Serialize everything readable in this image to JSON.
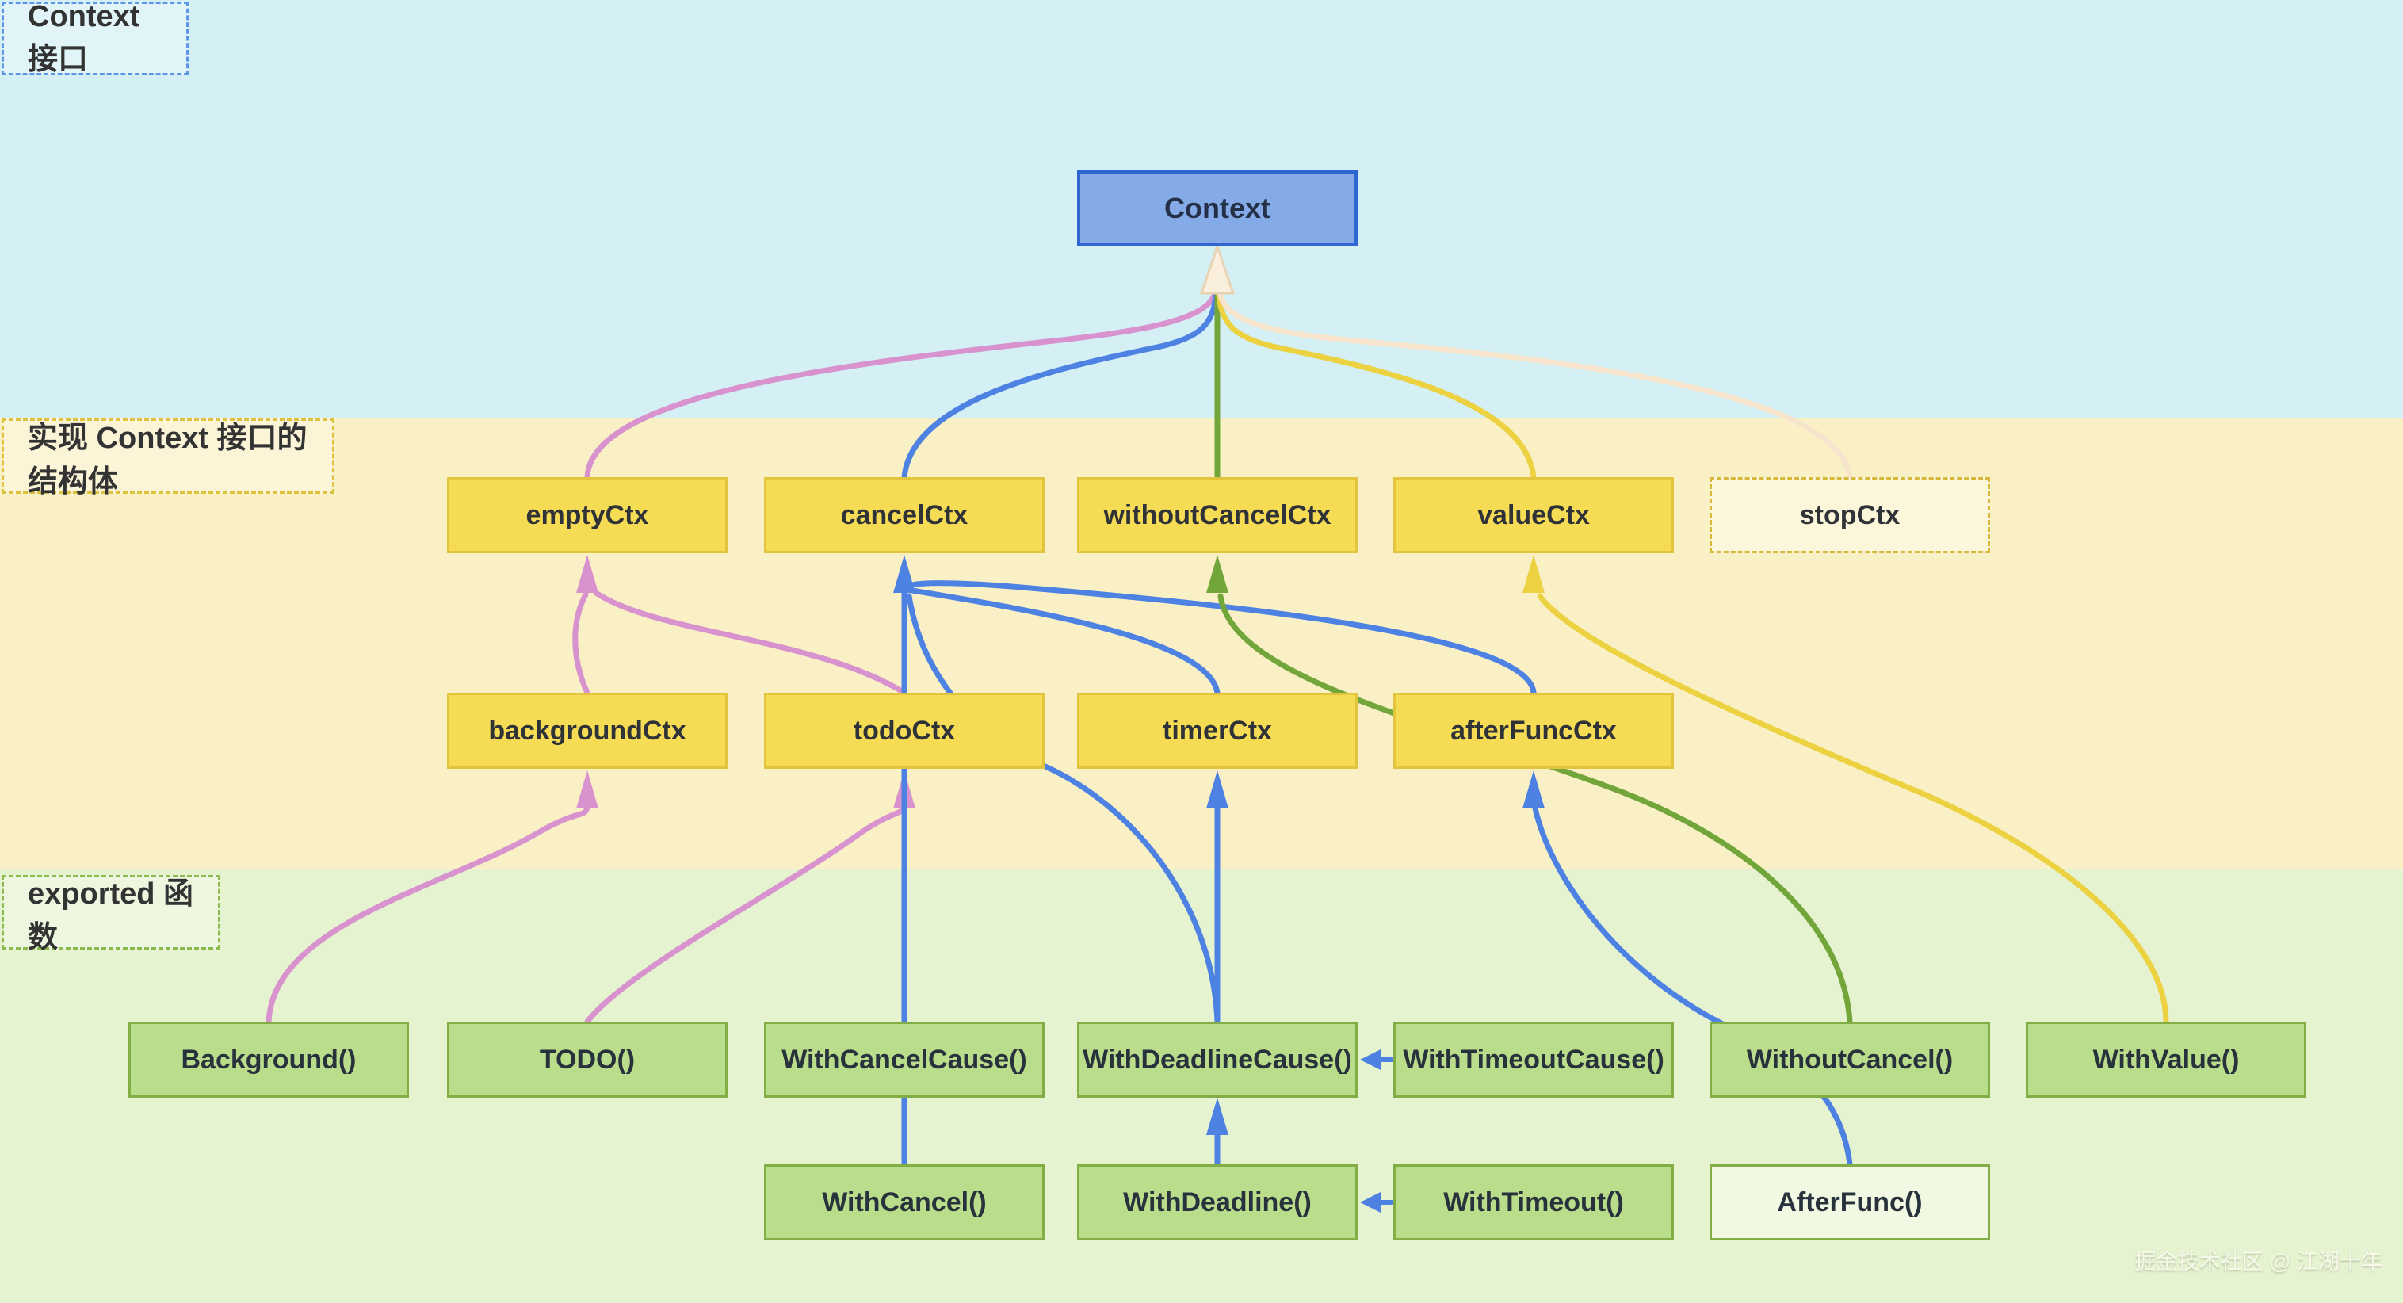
{
  "sections": {
    "interface": {
      "label": "Context 接口"
    },
    "structs": {
      "label": "实现 Context 接口的结构体"
    },
    "exported": {
      "label": "exported 函数"
    }
  },
  "nodes": {
    "context": {
      "label": "Context"
    },
    "emptyCtx": {
      "label": "emptyCtx"
    },
    "cancelCtx": {
      "label": "cancelCtx"
    },
    "withoutCancelCtx": {
      "label": "withoutCancelCtx"
    },
    "valueCtx": {
      "label": "valueCtx"
    },
    "stopCtx": {
      "label": "stopCtx"
    },
    "backgroundCtx": {
      "label": "backgroundCtx"
    },
    "todoCtx": {
      "label": "todoCtx"
    },
    "timerCtx": {
      "label": "timerCtx"
    },
    "afterFuncCtx": {
      "label": "afterFuncCtx"
    },
    "background": {
      "label": "Background()"
    },
    "todo": {
      "label": "TODO()"
    },
    "withCancelCause": {
      "label": "WithCancelCause()"
    },
    "withDeadlineCause": {
      "label": "WithDeadlineCause()"
    },
    "withTimeoutCause": {
      "label": "WithTimeoutCause()"
    },
    "withoutCancel": {
      "label": "WithoutCancel()"
    },
    "withValue": {
      "label": "WithValue()"
    },
    "withCancel": {
      "label": "WithCancel()"
    },
    "withDeadline": {
      "label": "WithDeadline()"
    },
    "withTimeout": {
      "label": "WithTimeout()"
    },
    "afterFunc": {
      "label": "AfterFunc()"
    }
  },
  "edges": [
    {
      "from": "emptyCtx",
      "to": "Context",
      "color_name": "pink"
    },
    {
      "from": "cancelCtx",
      "to": "Context",
      "color_name": "blue"
    },
    {
      "from": "withoutCancelCtx",
      "to": "Context",
      "color_name": "green"
    },
    {
      "from": "valueCtx",
      "to": "Context",
      "color_name": "yellow"
    },
    {
      "from": "stopCtx",
      "to": "Context",
      "color_name": "cream"
    },
    {
      "from": "backgroundCtx",
      "to": "emptyCtx",
      "color_name": "pink"
    },
    {
      "from": "todoCtx",
      "to": "emptyCtx",
      "color_name": "pink"
    },
    {
      "from": "Background()",
      "to": "backgroundCtx",
      "color_name": "pink"
    },
    {
      "from": "TODO()",
      "to": "todoCtx",
      "color_name": "pink"
    },
    {
      "from": "WithCancelCause()",
      "to": "cancelCtx",
      "color_name": "blue"
    },
    {
      "from": "timerCtx",
      "to": "cancelCtx",
      "color_name": "blue"
    },
    {
      "from": "afterFuncCtx",
      "to": "cancelCtx",
      "color_name": "blue"
    },
    {
      "from": "WithDeadlineCause()",
      "to": "cancelCtx",
      "color_name": "blue"
    },
    {
      "from": "WithDeadlineCause()",
      "to": "timerCtx",
      "color_name": "blue"
    },
    {
      "from": "WithCancel()",
      "to": "WithCancelCause()",
      "color_name": "blue"
    },
    {
      "from": "WithDeadline()",
      "to": "WithDeadlineCause()",
      "color_name": "blue"
    },
    {
      "from": "WithTimeoutCause()",
      "to": "WithDeadlineCause()",
      "color_name": "blue"
    },
    {
      "from": "WithTimeout()",
      "to": "WithDeadline()",
      "color_name": "blue"
    },
    {
      "from": "AfterFunc()",
      "to": "afterFuncCtx",
      "color_name": "blue"
    },
    {
      "from": "WithoutCancel()",
      "to": "withoutCancelCtx",
      "color_name": "green"
    },
    {
      "from": "WithValue()",
      "to": "valueCtx",
      "color_name": "yellow"
    }
  ],
  "watermark": {
    "text": "掘金技术社区 @ 江湖十年"
  },
  "colors": {
    "band_blue": "#d4f0f4",
    "band_yellow": "#faf0c6",
    "band_green": "#e5f3d1",
    "node_blue_fill": "#84abe8",
    "node_blue_border": "#2f66d0",
    "node_yellow_fill": "#f6dc55",
    "node_yellow_border": "#e2c53d",
    "node_yellow_dash": "#d6b93a",
    "node_green_fill": "#badd8b",
    "node_green_light_fill": "#f2f9e3",
    "node_green_border": "#82ae45",
    "label_blue_dash": "#5d95e8",
    "label_yellow_dash": "#dfc23c",
    "label_green_dash": "#8cba4d",
    "pink": "#d893cf",
    "blue": "#4d82e3",
    "green": "#72a63b",
    "yellow": "#ecd141",
    "cream": "#f6e4cc",
    "cream_arrow_fill": "#faeedd",
    "cream_arrow_stroke": "#e8d3b4"
  }
}
